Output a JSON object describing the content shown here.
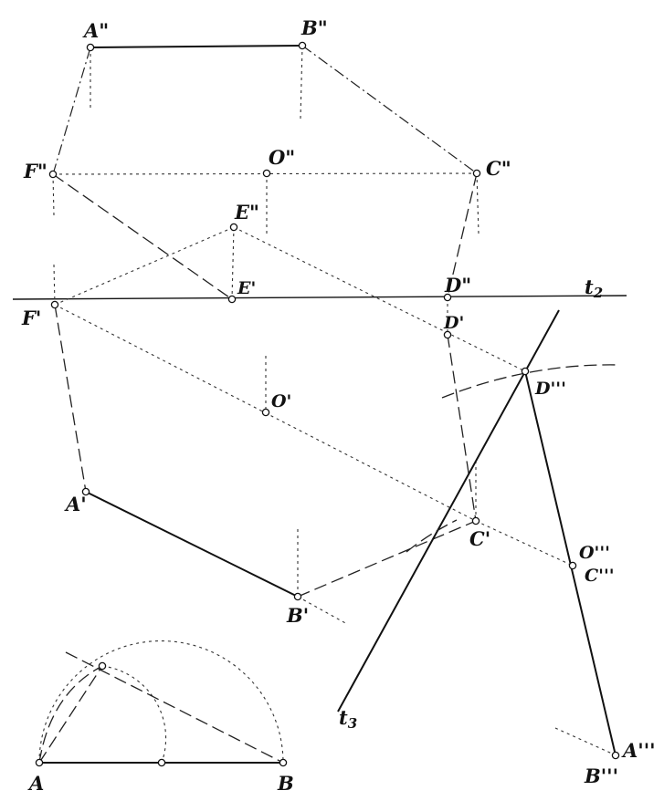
{
  "diagram": {
    "labels": {
      "A2": "A\"",
      "B2": "B\"",
      "C2": "C\"",
      "D2": "D\"",
      "E2": "E\"",
      "F2": "F\"",
      "O2": "O\"",
      "A1": "A'",
      "B1": "B'",
      "C1": "C'",
      "D1": "D'",
      "E1": "E'",
      "F1": "F'",
      "O1": "O'",
      "A3": "A'''",
      "B3": "B'''",
      "C3": "C'''",
      "D3": "D'''",
      "O3": "O'''",
      "A": "A",
      "B": "B",
      "t2": "t",
      "t2sub": "2",
      "t3": "t",
      "t3sub": "3"
    }
  }
}
